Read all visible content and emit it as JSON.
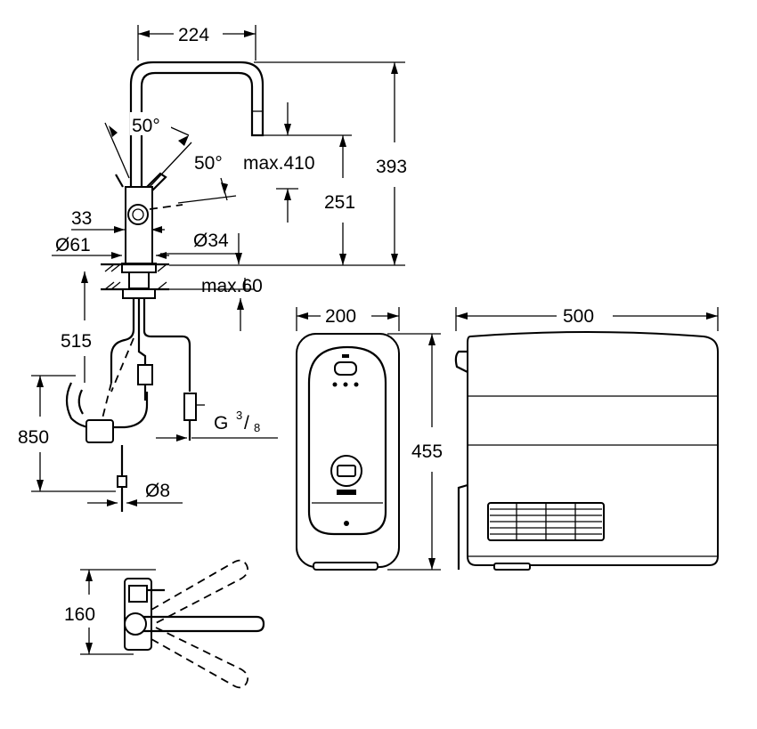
{
  "dimensions": {
    "faucet_reach": "224",
    "swivel_angle_top": "50°",
    "swivel_angle_side": "50°",
    "spout_max_height": "max.410",
    "total_height": "393",
    "spout_height": "251",
    "handle_offset": "33",
    "base_diameter": "Ø61",
    "mount_hole_diameter": "Ø34",
    "max_deck_thickness": "max.60",
    "hose_length_upper": "515",
    "hose_length_total": "850",
    "connection_thread": "G",
    "connection_thread_num": "3",
    "connection_thread_den": "8",
    "tube_diameter": "Ø8",
    "handle_projection": "160",
    "chiller_width": "200",
    "chiller_height": "455",
    "chiller_depth": "500"
  }
}
